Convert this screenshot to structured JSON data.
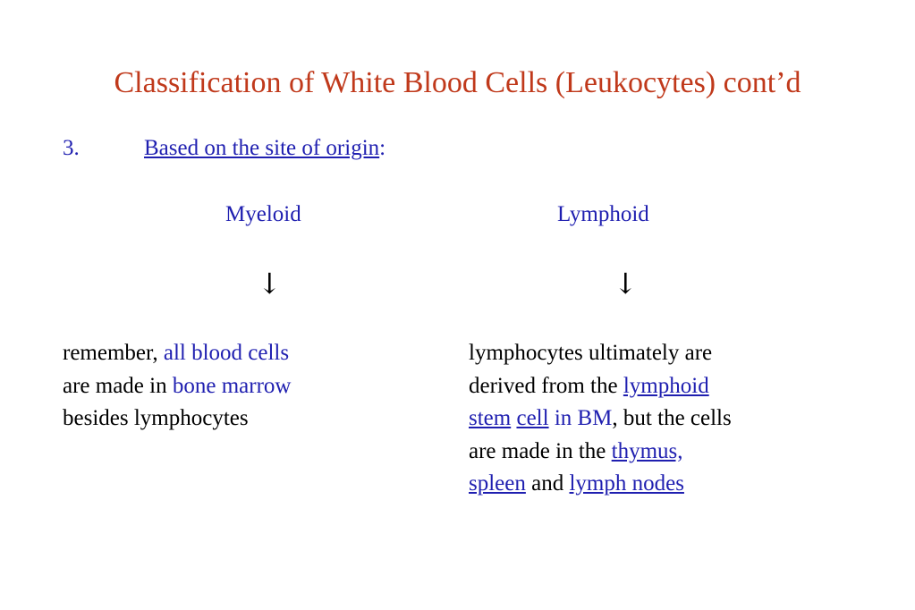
{
  "slide": {
    "title": "Classification of White Blood Cells (Leukocytes) cont’d",
    "item_number": "3.",
    "heading": "Based on the site of origin",
    "heading_colon": ":"
  },
  "columns": {
    "left": {
      "label": "Myeloid",
      "arrow": "↓",
      "line1_a": "remember, ",
      "line1_b": "all blood cells",
      "line2_a": "are made in ",
      "line2_b": "bone marrow",
      "line3": "besides lymphocytes"
    },
    "right": {
      "label": "Lymphoid",
      "arrow": "↓",
      "line1": "lymphocytes ultimately are",
      "line2_a": "derived from the ",
      "line2_link": "lymphoid",
      "line3_link1": "stem",
      "line3_link2": "cell",
      "line3_b": "in BM",
      "line3_c": ", but the cells",
      "line4_a": "are made in the ",
      "line4_link": "thymus,",
      "line5_link1": "spleen",
      "line5_and": "and",
      "line5_link2": "lymph nodes"
    }
  },
  "colors": {
    "title": "#c0391b",
    "blue": "#1f1fb0",
    "text": "#000000"
  }
}
